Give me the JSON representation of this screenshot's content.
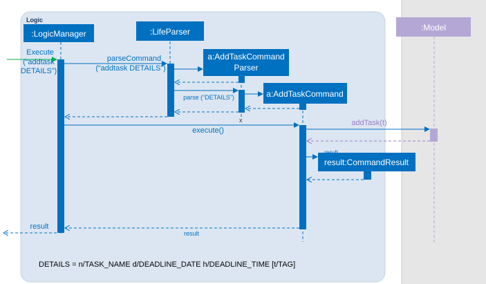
{
  "frame": {
    "title": "Logic"
  },
  "participants": {
    "logic_manager": ":LogicManager",
    "life_parser": ":LifeParser",
    "add_task_parser_line1": "a:AddTaskCommand",
    "add_task_parser_line2": "Parser",
    "add_task_command": "a:AddTaskCommand",
    "command_result": "result:CommandResult",
    "model": ":Model"
  },
  "messages": {
    "execute_line1": "Execute",
    "execute_line2": "(“addtask",
    "execute_line3": "DETAILS”)",
    "parse_command_line1": "parseCommand",
    "parse_command_line2": "(“addtask DETAILS”)",
    "parse": "parse (“DETAILS”)",
    "execute_call": "execute()",
    "add_task": "addTask(t)",
    "result_inner": "result",
    "result_outer": "result",
    "destroy_mark": "x"
  },
  "footnote": "DETAILS = n/TASK_NAME d/DEADLINE_DATE h/DEADLINE_TIME [t/TAG]",
  "colors": {
    "frame_bg": "#dce6f2",
    "frame_border": "#c7d3e3",
    "participant": "#0070c0",
    "activation": "#0070c0",
    "message": "#0070c0",
    "model": "#b4a7d6",
    "model_message": "#9b7fc8",
    "model_area": "#e6e6e6",
    "entry_arrow": "#00b050"
  }
}
